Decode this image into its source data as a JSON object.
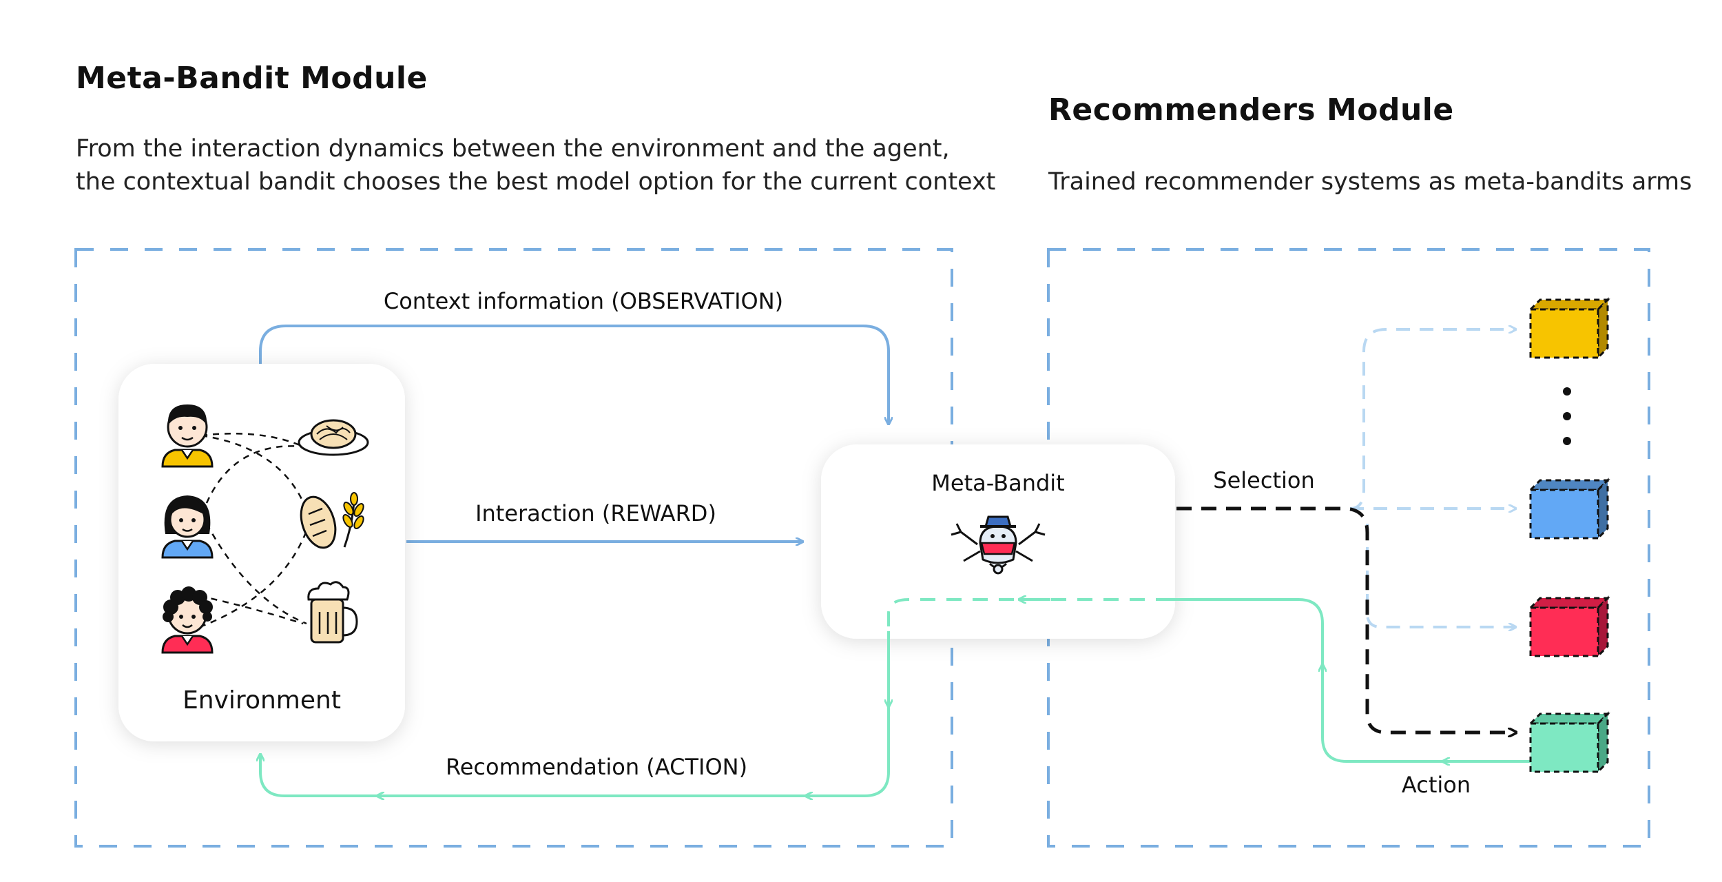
{
  "meta_bandit_module": {
    "title": "Meta-Bandit Module",
    "description_line1": "From the interaction dynamics between the environment and the agent,",
    "description_line2": "the contextual bandit chooses the best model option for the current context"
  },
  "recommenders_module": {
    "title": "Recommenders Module",
    "description": "Trained recommender systems as meta-bandits arms"
  },
  "diagram": {
    "environment_label": "Environment",
    "meta_bandit_label": "Meta-Bandit",
    "context_label": "Context information (OBSERVATION)",
    "interaction_label": "Interaction (REWARD)",
    "recommendation_label": "Recommendation (ACTION)",
    "selection_label": "Selection",
    "action_label": "Action",
    "colors": {
      "blue": "#7aaee0",
      "light_blue": "#b9d8f2",
      "green": "#7ee8c2",
      "dash_border": "#7aaee0",
      "cube_yellow": "#f7c400",
      "cube_blue": "#62a8f5",
      "cube_red": "#ff2d55",
      "cube_green": "#7ee8c2"
    }
  }
}
